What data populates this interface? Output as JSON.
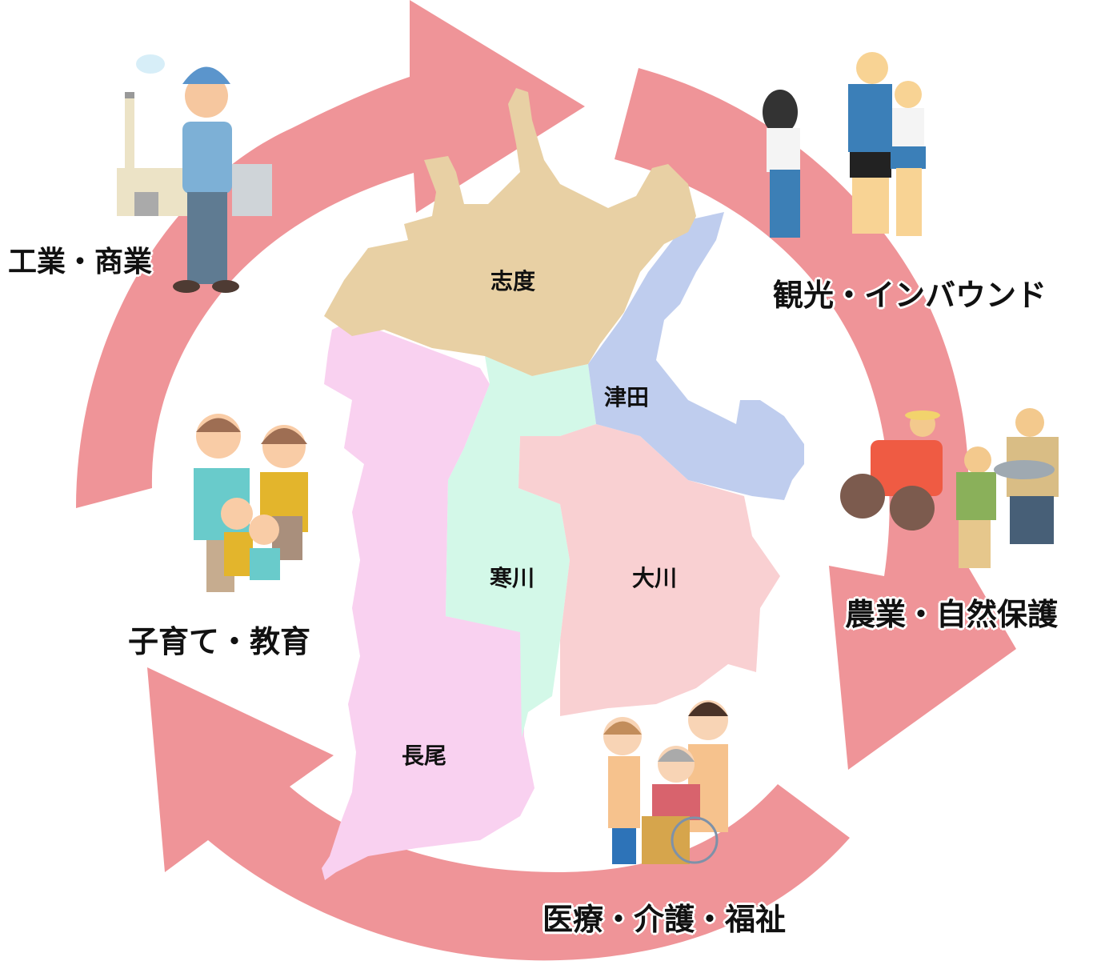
{
  "diagram": {
    "type": "cycle",
    "arrow_color": "#ef9498",
    "sectors": [
      {
        "id": "industry",
        "label": "工業・商業",
        "illustration": "factory-worker-icon"
      },
      {
        "id": "tourism",
        "label": "観光・インバウンド",
        "illustration": "tourists-photo-icon"
      },
      {
        "id": "agriculture",
        "label": "農業・自然保護",
        "illustration": "farmers-tractor-icon"
      },
      {
        "id": "welfare",
        "label": "医療・介護・福祉",
        "illustration": "caregivers-wheelchair-icon"
      },
      {
        "id": "education",
        "label": "子育て・教育",
        "illustration": "family-icon"
      }
    ]
  },
  "map": {
    "districts": [
      {
        "name": "志度",
        "color": "#e8d0a4"
      },
      {
        "name": "津田",
        "color": "#bfcdee"
      },
      {
        "name": "寒川",
        "color": "#d3f8e8"
      },
      {
        "name": "大川",
        "color": "#f9d0d2"
      },
      {
        "name": "長尾",
        "color": "#f9d1f0"
      }
    ]
  }
}
